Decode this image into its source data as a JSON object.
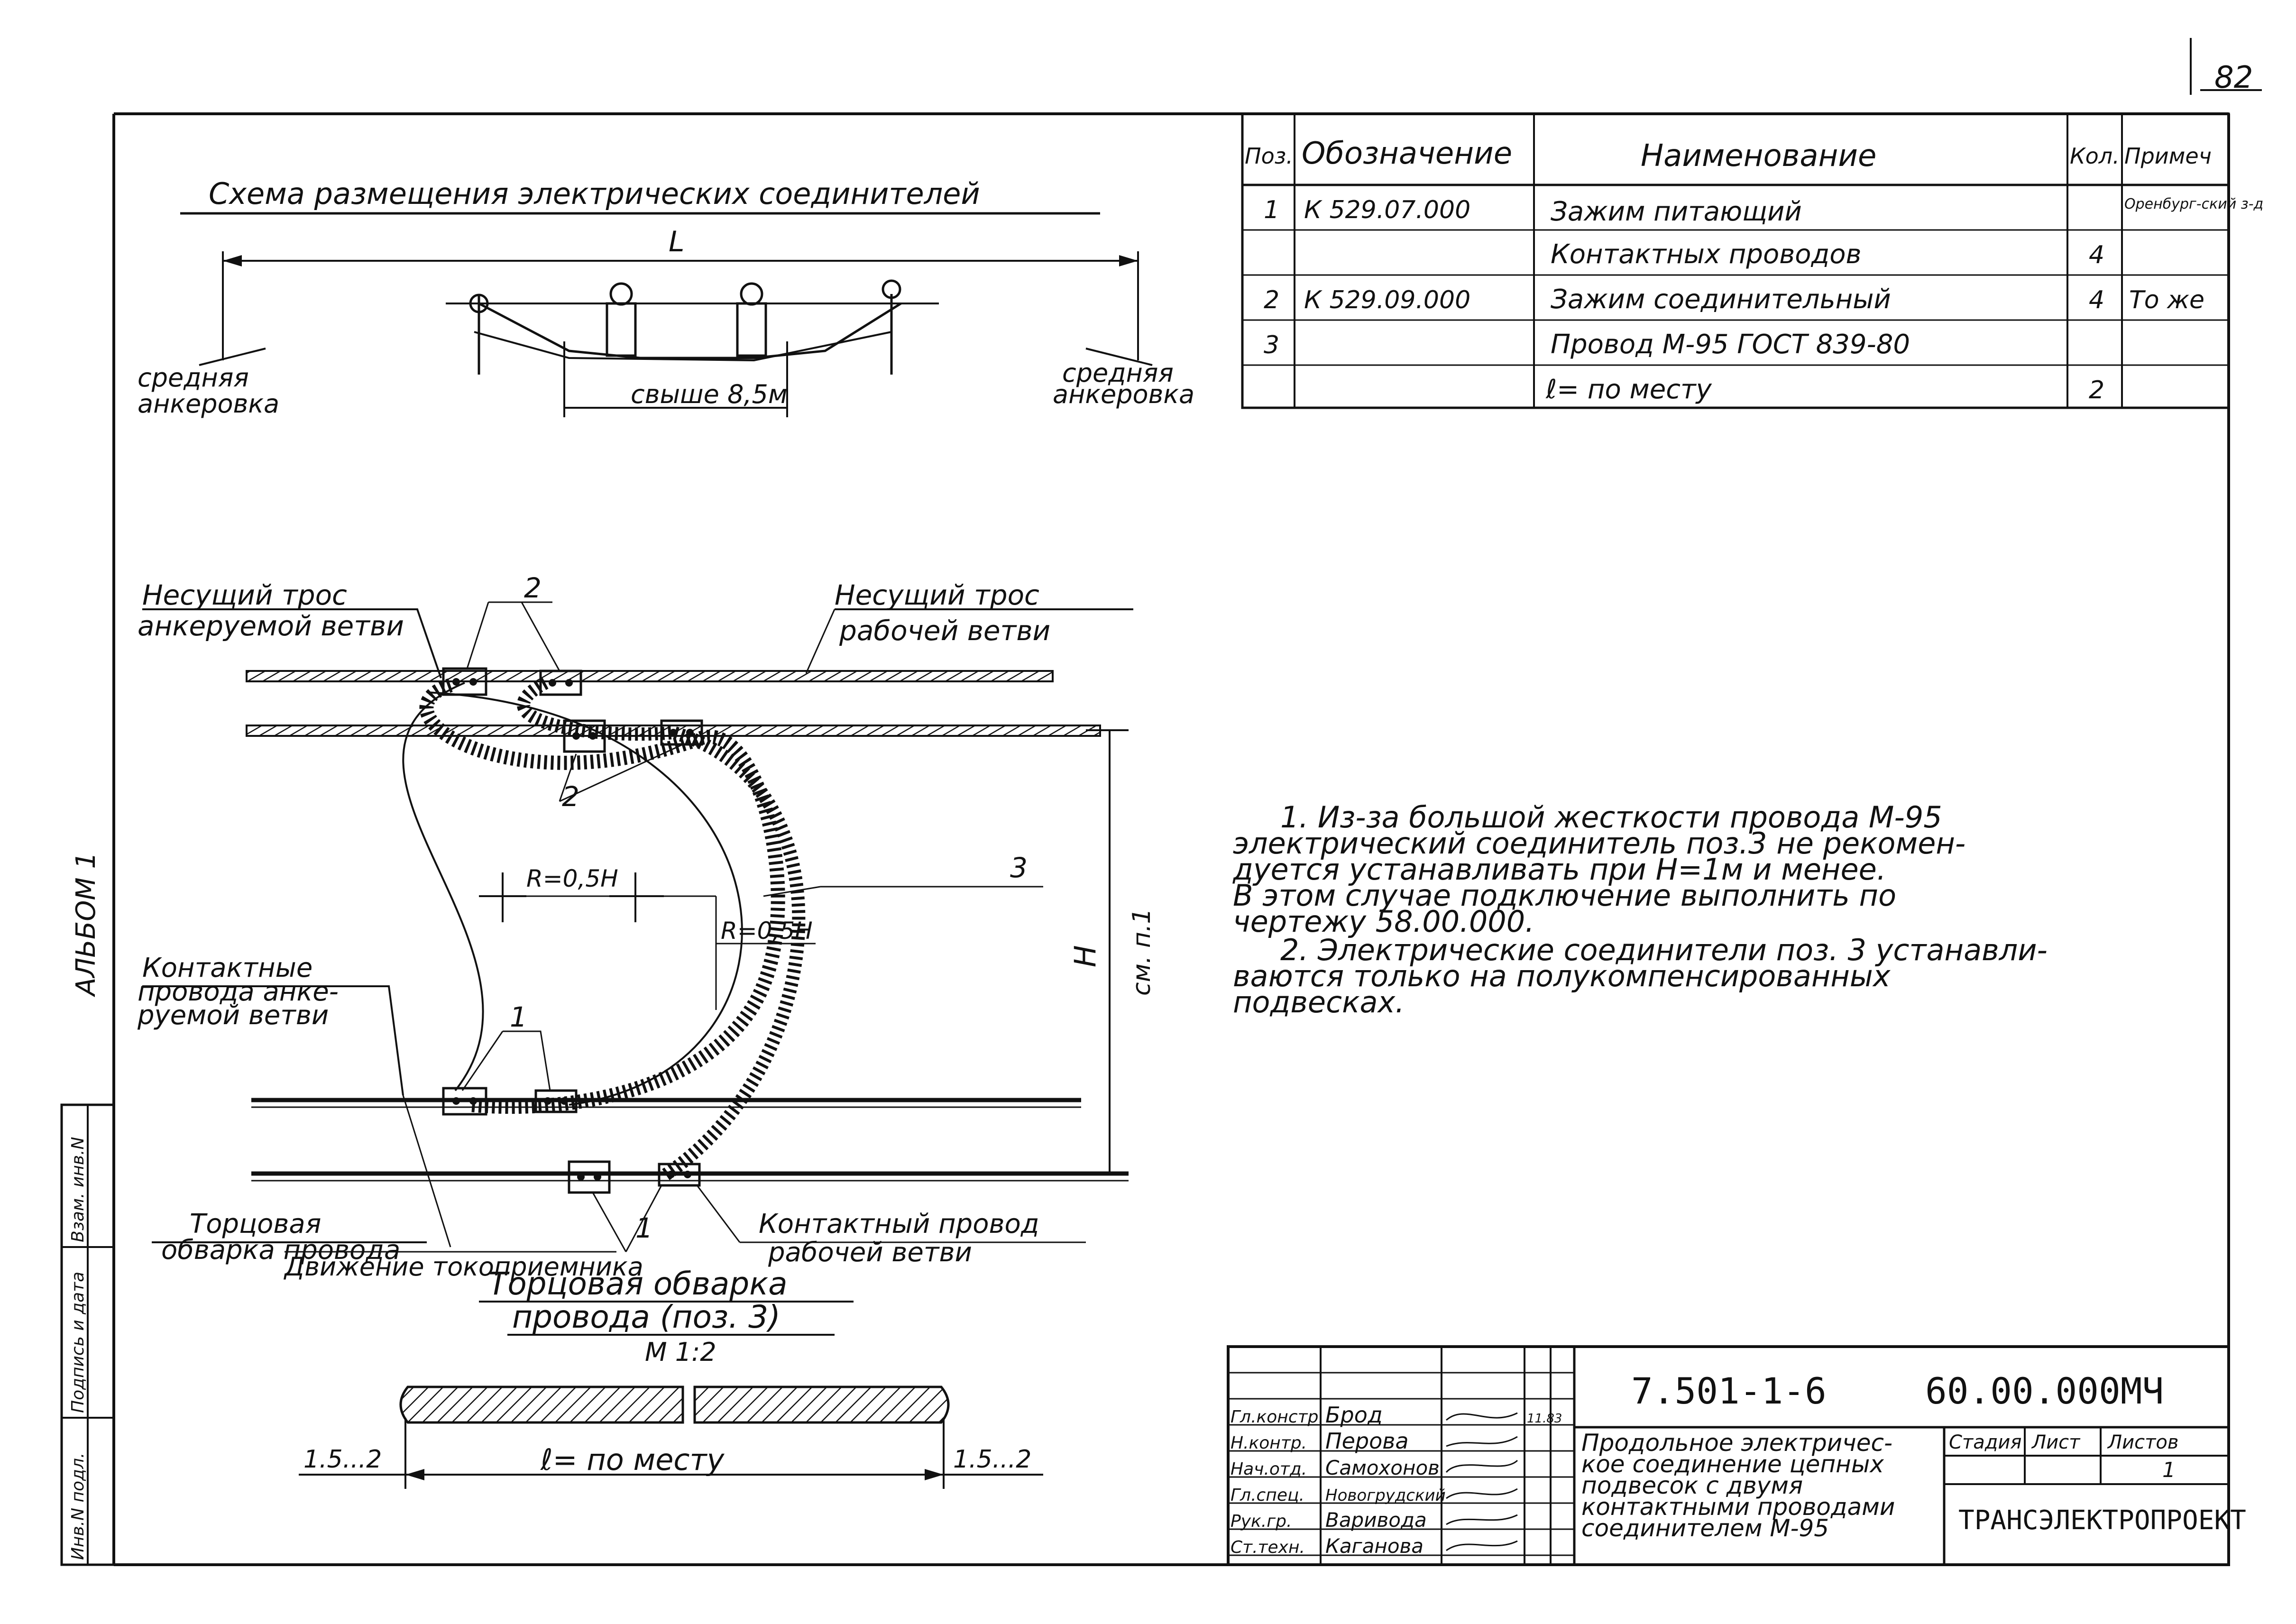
{
  "page_number": "82",
  "album_label": "АЛЬБОМ 1",
  "side_stamp": {
    "inv_no": "Инв.N подл.",
    "signature_date": "Подпись и дата",
    "replace_inv": "Взам. инв.N"
  },
  "scheme": {
    "title": "Схема размещения электрических соединителей",
    "length_label": "L",
    "left_anchor": [
      "средняя",
      "анкеровка"
    ],
    "right_anchor": [
      "средняя",
      "анкеровка"
    ],
    "span_label": "свыше 8,5м"
  },
  "spec_table": {
    "headers": [
      "Поз.",
      "Обозначение",
      "Наименование",
      "Кол.",
      "Примеч"
    ],
    "rows": [
      {
        "pos": "1",
        "code": "К 529.07.000",
        "name": "Зажим питающий",
        "qty": "",
        "note": "Оренбург-ский з-д"
      },
      {
        "pos": "",
        "code": "",
        "name": "Контактных проводов",
        "qty": "4",
        "note": ""
      },
      {
        "pos": "2",
        "code": "К 529.09.000",
        "name": "Зажим соединительный",
        "qty": "4",
        "note": "То же"
      },
      {
        "pos": "3",
        "code": "",
        "name": "Провод М-95 ГОСТ 839-80",
        "qty": "",
        "note": ""
      },
      {
        "pos": "",
        "code": "",
        "name": "ℓ= по месту",
        "qty": "2",
        "note": ""
      }
    ]
  },
  "main_drawing": {
    "carrier_anchored": [
      "Несущий трос",
      "анкеруемой ветви"
    ],
    "carrier_working": [
      "Несущий трос",
      "рабочей ветви"
    ],
    "callout_2": "2",
    "callout_3": "3",
    "callout_1": "1",
    "radius_outer": "R=0,5H",
    "radius_inner": "R=0,5H",
    "height_label": "H",
    "height_note": "см. п.1",
    "contact_anchored": [
      "Контактные",
      "провода анке-",
      "руемой ветви"
    ],
    "end_weld": [
      "Торцовая",
      "обварка провода"
    ],
    "pantograph_dir": "Движение токоприемника",
    "contact_working": [
      "Контактный провод",
      "рабочей ветви"
    ]
  },
  "detail": {
    "title": [
      "Торцовая обварка",
      "провода (поз. 3)"
    ],
    "scale": "М 1:2",
    "left_dim": "1.5...2",
    "right_dim": "1.5...2",
    "length": "ℓ= по месту"
  },
  "notes": [
    "1. Из-за большой жесткости провода М-95",
    "электрический соединитель поз.3 не рекомен-",
    "дуется устанавливать при Н=1м и менее.",
    "В этом случае подключение выполнить по",
    "чертежу 58.00.000.",
    "2. Электрические соединители поз. 3 устанавли-",
    "ваются только на полукомпенсированных",
    "подвесках."
  ],
  "title_block": {
    "project_code": "7.501-1-6",
    "doc_code": "60.00.000МЧ",
    "title_lines": [
      "Продольное электричес-",
      "кое соединение цепных",
      "подвесок с двумя",
      "контактными проводами",
      "соединителем М-95"
    ],
    "stage_label": "Стадия",
    "sheet_label": "Лист",
    "sheets_label": "Листов",
    "sheets_value": "1",
    "org": "ТРАНСЭЛЕКТРОПРОЕКТ",
    "date": "11.83",
    "roles": [
      {
        "role": "Гл.констр.",
        "name": "Брод"
      },
      {
        "role": "Н.контр.",
        "name": "Перова"
      },
      {
        "role": "Нач.отд.",
        "name": "Самохонов"
      },
      {
        "role": "Гл.спец.",
        "name": "Новогрудский"
      },
      {
        "role": "Рук.гр.",
        "name": "Варивода"
      },
      {
        "role": "Ст.техн.",
        "name": "Каганова"
      }
    ]
  }
}
